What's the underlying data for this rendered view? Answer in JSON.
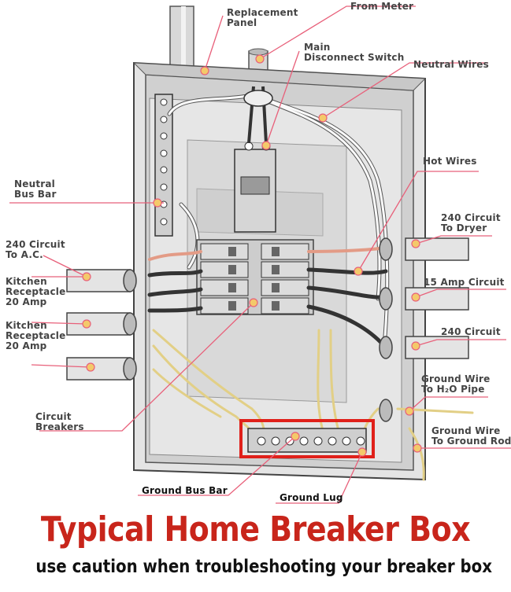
{
  "labels": {
    "replacement_panel": [
      "Replacement",
      "Panel"
    ],
    "from_meter": "From Meter",
    "main_disconnect": [
      "Main",
      "Disconnect Switch"
    ],
    "neutral_wires": "Neutral Wires",
    "neutral_bus_bar": [
      "Neutral",
      "Bus Bar"
    ],
    "hot_wires": "Hot Wires",
    "circuit_240_ac": [
      "240 Circuit",
      "To A.C."
    ],
    "circuit_240_dryer": [
      "240 Circuit",
      "To Dryer"
    ],
    "kitchen_1": [
      "Kitchen",
      "Receptacle",
      "20 Amp"
    ],
    "amp_15_circuit": "15 Amp Circuit",
    "kitchen_2": [
      "Kitchen",
      "Receptacle",
      "20 Amp"
    ],
    "circuit_240": "240 Circuit",
    "ground_wire_pipe": [
      "Ground Wire",
      "To H₂O Pipe"
    ],
    "circuit_breakers": [
      "Circuit",
      "Breakers"
    ],
    "ground_wire_rod": [
      "Ground Wire",
      "To Ground Rod"
    ],
    "ground_bus_bar": "Ground Bus Bar",
    "ground_lug": "Ground Lug"
  },
  "title": "Typical Home Breaker Box",
  "subtitle": "use caution when troubleshooting your breaker box",
  "colors": {
    "title": "#c8251b",
    "leader_line": "#e8607a",
    "dot": "#f4c96a",
    "highlight": "#e0201a",
    "ground_wire": "#e2cf86"
  }
}
